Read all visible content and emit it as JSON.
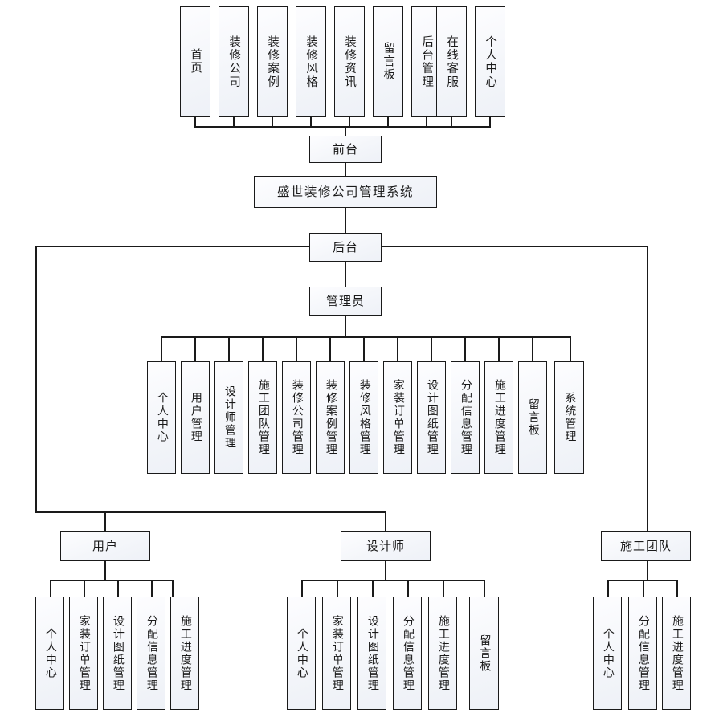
{
  "diagram": {
    "title": "盛世装修公司管理系统",
    "type": "system-function-structure-tree",
    "root": {
      "label": "盛世装修公司管理系统"
    },
    "branches": {
      "frontend": {
        "label": "前台"
      },
      "backend": {
        "label": "后台"
      }
    },
    "frontend_items": [
      {
        "label": "首页"
      },
      {
        "label": "装修公司"
      },
      {
        "label": "装修案例"
      },
      {
        "label": "装修风格"
      },
      {
        "label": "装修资讯"
      },
      {
        "label": "留言板"
      },
      {
        "label": "后台管理"
      },
      {
        "label": "在线客服"
      },
      {
        "label": "个人中心"
      }
    ],
    "roles": {
      "admin": {
        "label": "管理员"
      },
      "user": {
        "label": "用户"
      },
      "designer": {
        "label": "设计师"
      },
      "team": {
        "label": "施工团队"
      }
    },
    "admin_items": [
      {
        "label": "个人中心"
      },
      {
        "label": "用户管理"
      },
      {
        "label": "设计师管理"
      },
      {
        "label": "施工团队管理"
      },
      {
        "label": "装修公司管理"
      },
      {
        "label": "装修案例管理"
      },
      {
        "label": "装修风格管理"
      },
      {
        "label": "家装订单管理"
      },
      {
        "label": "设计图纸管理"
      },
      {
        "label": "分配信息管理"
      },
      {
        "label": "施工进度管理"
      },
      {
        "label": "留言板"
      },
      {
        "label": "系统管理"
      }
    ],
    "user_items": [
      {
        "label": "个人中心"
      },
      {
        "label": "家装订单管理"
      },
      {
        "label": "设计图纸管理"
      },
      {
        "label": "分配信息管理"
      },
      {
        "label": "施工进度管理"
      }
    ],
    "designer_items": [
      {
        "label": "个人中心"
      },
      {
        "label": "家装订单管理"
      },
      {
        "label": "设计图纸管理"
      },
      {
        "label": "分配信息管理"
      },
      {
        "label": "施工进度管理"
      },
      {
        "label": "留言板"
      }
    ],
    "team_items": [
      {
        "label": "个人中心"
      },
      {
        "label": "分配信息管理"
      },
      {
        "label": "施工进度管理"
      }
    ],
    "colors": {
      "line": "#1a1a1a",
      "border": "#1a1a1a",
      "box_fill": "#f4f6fa",
      "background": "#ffffff",
      "text": "#1a1a1a"
    }
  }
}
